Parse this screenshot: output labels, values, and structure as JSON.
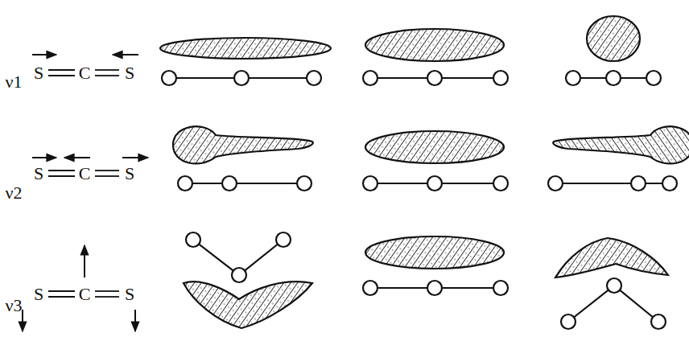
{
  "diagram": {
    "labels": [
      "ν1",
      "S",
      "C",
      "S",
      "ν2",
      "S",
      "C",
      "S",
      "ν3",
      "S",
      "C",
      "S"
    ]
  }
}
